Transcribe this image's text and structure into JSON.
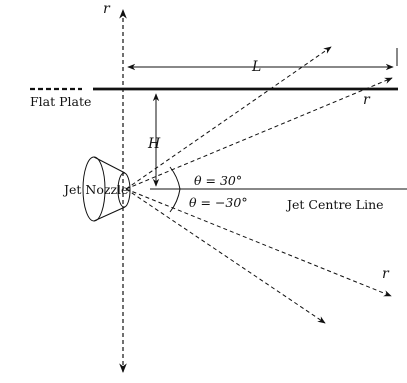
{
  "labels": {
    "r_top": "r",
    "L": "L",
    "flat_plate": "Flat Plate",
    "r_right_upper": "r",
    "H": "H",
    "theta_pos": "θ = 30°",
    "jet_nozzle": "Jet Nozzle",
    "theta_neg": "θ = −30°",
    "jet_centre_line": "Jet Centre Line",
    "r_right_lower": "r"
  }
}
